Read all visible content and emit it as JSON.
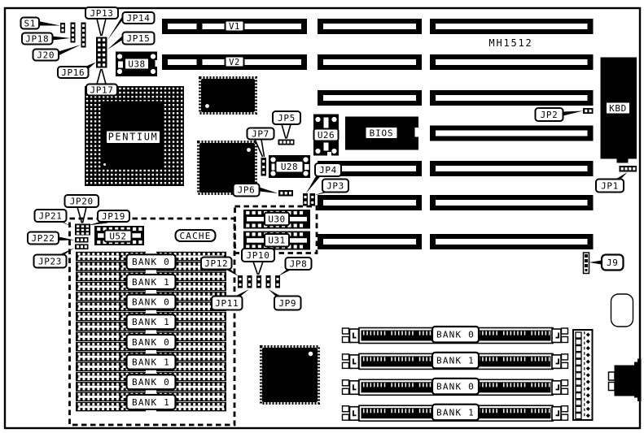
{
  "diagram": {
    "board_model": "MH1512",
    "cpu": "PENTIUM",
    "cache_area_label": "CACHE",
    "keyboard_label": "KBD",
    "bios_label": "BIOS",
    "vesa_slots": {
      "v1": "V1",
      "v2": "V2"
    },
    "jumpers": {
      "s1": "S1",
      "j20": "J20",
      "j9": "J9",
      "jp1": "JP1",
      "jp2": "JP2",
      "jp3": "JP3",
      "jp4": "JP4",
      "jp5": "JP5",
      "jp6": "JP6",
      "jp7": "JP7",
      "jp8": "JP8",
      "jp9": "JP9",
      "jp10": "JP10",
      "jp11": "JP11",
      "jp12": "JP12",
      "jp13": "JP13",
      "jp14": "JP14",
      "jp15": "JP15",
      "jp16": "JP16",
      "jp17": "JP17",
      "jp18": "JP18",
      "jp19": "JP19",
      "jp20": "JP20",
      "jp21": "JP21",
      "jp22": "JP22",
      "jp23": "JP23"
    },
    "chips": {
      "u26": "U26",
      "u28": "U28",
      "u30": "U30",
      "u31": "U31",
      "u38": "U38",
      "u52": "U52"
    },
    "cache_banks": [
      "BANK 0",
      "BANK 1",
      "BANK 0",
      "BANK 1",
      "BANK 0",
      "BANK 1",
      "BANK 0",
      "BANK 1"
    ],
    "simm_banks": [
      "BANK 0",
      "BANK 1",
      "BANK 0",
      "BANK 1"
    ]
  }
}
